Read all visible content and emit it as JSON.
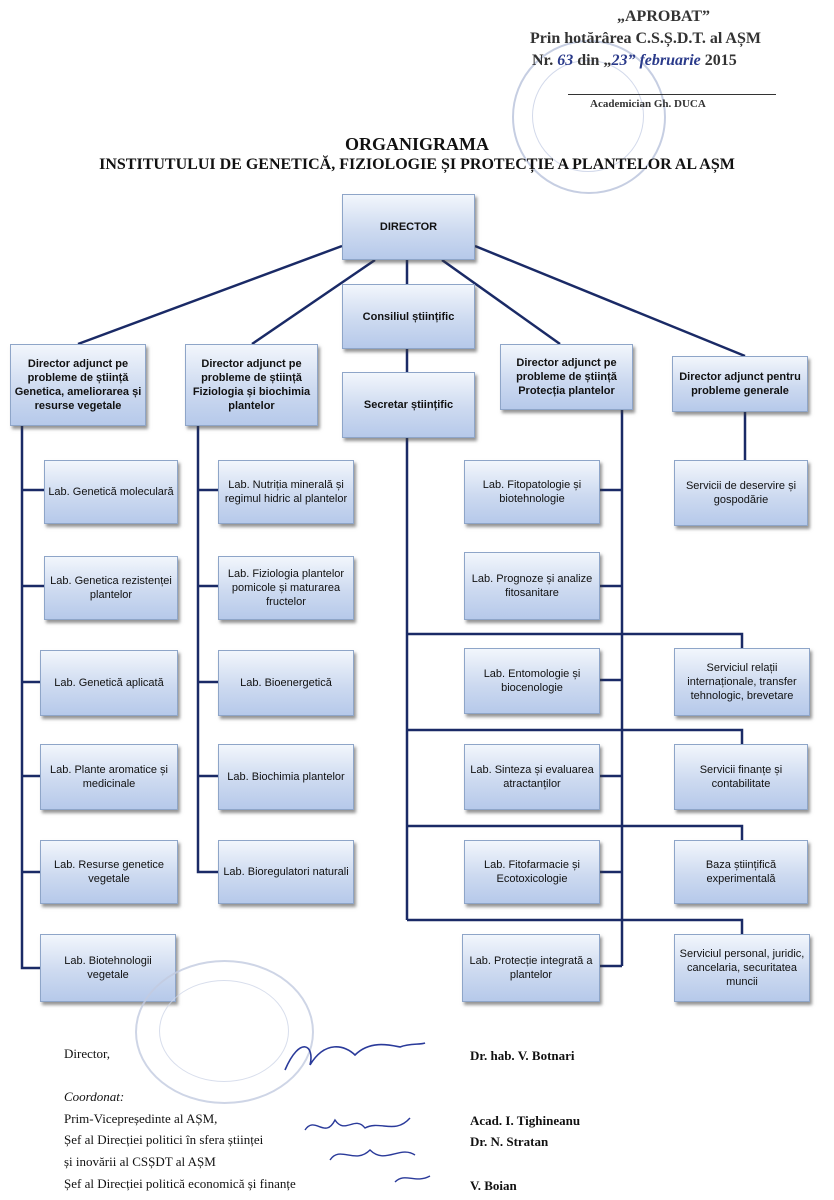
{
  "approval": {
    "label": "„APROBAT”",
    "line1": "Prin hotărârea C.S.Ș.D.T. al AȘM",
    "line2_prefix": "Nr.",
    "line2_num": "63",
    "line2_mid": "din „",
    "line2_date": "23” februarie",
    "line2_year": "2015",
    "signatory": "Academician Gh. DUCA"
  },
  "title": {
    "line1": "ORGANIGRAMA",
    "line2": "INSTITUTULUI DE GENETICĂ, FIZIOLOGIE ȘI PROTECȚIE A PLANTELOR AL AȘM"
  },
  "top": {
    "director": "DIRECTOR",
    "council": "Consiliul științific",
    "secretary": "Secretar științific"
  },
  "deputies": [
    "Director adjunct pe probleme de știință Genetica, ameliorarea și resurse vegetale",
    "Director adjunct pe probleme de știință Fiziologia și biochimia plantelor",
    "Director adjunct pe probleme de știință Protecția plantelor",
    "Director adjunct pentru probleme generale"
  ],
  "col1": [
    "Lab. Genetică moleculară",
    "Lab. Genetica rezistenței plantelor",
    "Lab. Genetică aplicată",
    "Lab. Plante aromatice și medicinale",
    "Lab. Resurse genetice vegetale",
    "Lab. Biotehnologii vegetale"
  ],
  "col2": [
    "Lab. Nutriția minerală și regimul hidric al plantelor",
    "Lab. Fiziologia plantelor pomicole și maturarea fructelor",
    "Lab. Bioenergetică",
    "Lab. Biochimia plantelor",
    "Lab. Bioregulatori naturali"
  ],
  "col3": [
    "Lab. Fitopatologie și biotehnologie",
    "Lab. Prognoze și analize fitosanitare",
    "Lab. Entomologie și biocenologie",
    "Lab. Sinteza și evaluarea atractanților",
    "Lab. Fitofarmacie și Ecotoxicologie",
    "Lab. Protecție integrată a plantelor"
  ],
  "col4": [
    "Servicii de deservire și gospodărie",
    "Serviciul relații internaționale, transfer tehnologic, brevetare",
    "Servicii finanțe și contabilitate",
    "Baza științifică experimentală",
    "Serviciul personal, juridic, cancelaria, securitatea muncii"
  ],
  "signatures": {
    "director_label": "Director,",
    "director_name": "Dr. hab. V. Botnari",
    "coord_label": "Coordonat:",
    "vp_label": "Prim-Vicepreședinte al AȘM,",
    "vp_name": "Acad. I. Tighineanu",
    "dir1_label_l1": "Șef al Direcției politici în sfera științei",
    "dir1_label_l2": "și inovării al CSȘDT al AȘM",
    "dir1_name": "Dr. N. Stratan",
    "dir2_label": "Șef al Direcției politică economică și finanțe",
    "dir2_name": "V. Boian"
  },
  "colors": {
    "connector": "#1a2a66",
    "box_border": "#8ea5c8",
    "box_fill": "#cddaf0"
  }
}
